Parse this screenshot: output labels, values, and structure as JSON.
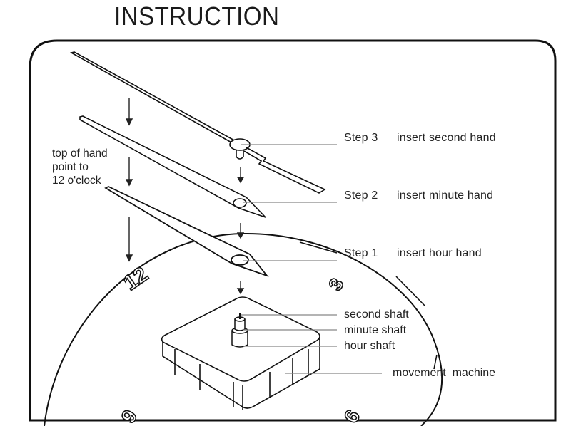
{
  "title": "INSTRUCTION",
  "note": {
    "lines": [
      "top of hand",
      "point to",
      "12 o'clock"
    ]
  },
  "steps": [
    {
      "step": "Step 3",
      "action": "insert second hand"
    },
    {
      "step": "Step 2",
      "action": "insert minute hand"
    },
    {
      "step": "Step 1",
      "action": "insert hour hand"
    }
  ],
  "parts": {
    "second_shaft": "second shaft",
    "minute_shaft": "minute shaft",
    "hour_shaft": "hour shaft",
    "movement": "movement  machine"
  },
  "dial_numbers": [
    "12",
    "3",
    "6",
    "9"
  ],
  "colors": {
    "line": "#111111",
    "leader": "#777777"
  }
}
